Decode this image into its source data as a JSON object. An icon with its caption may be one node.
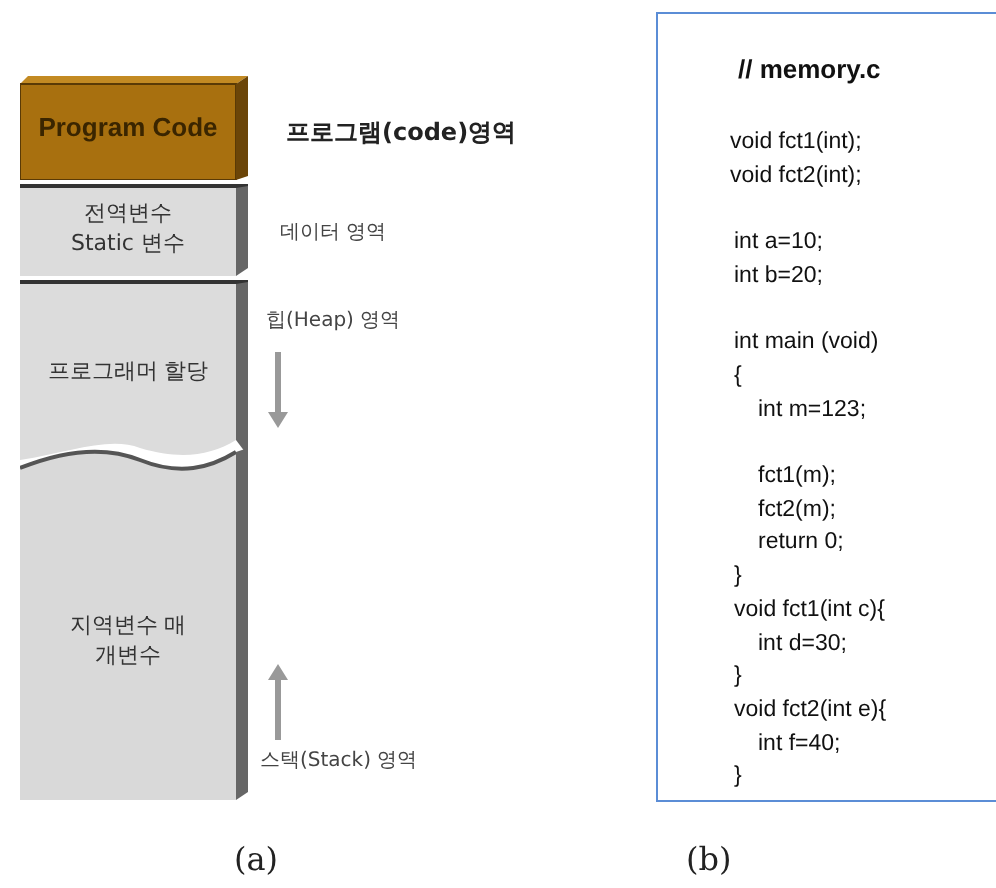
{
  "diagram": {
    "nodes": [
      {
        "text": [
          "Program Code"
        ]
      },
      {
        "text": [
          "전역변수 Static 변수"
        ]
      },
      {
        "text": [
          "프로그래머 할당"
        ]
      },
      {
        "text": [
          "지역변수 매개변수"
        ]
      },
      {
        "text": [
          "// memory.c",
          "void fct1(int);",
          "void fct2(int);",
          "int a=10;",
          "int b=20;",
          "int main (void)",
          "{",
          "int m=123;",
          "fct1(m);",
          "fct2(m);",
          "return 0;",
          "}",
          "void fct1(int c){",
          "int d=30;",
          "}",
          "void fct2(int e){",
          "int f=40;",
          "}"
        ]
      }
    ],
    "labels": [
      "프로그램(code)영역",
      "데이터 영역",
      "힙(Heap) 영역",
      "스택(Stack) 영역",
      "(a)",
      "(b)"
    ]
  }
}
